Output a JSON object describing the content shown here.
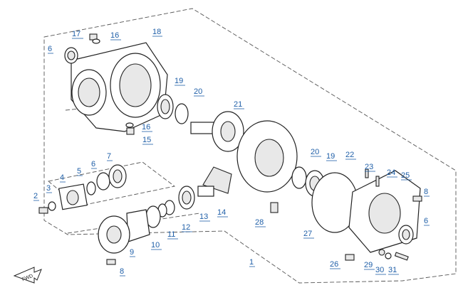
{
  "diagram": {
    "callouts": [
      {
        "id": "c17",
        "text": "17"
      },
      {
        "id": "c16a",
        "text": "16"
      },
      {
        "id": "c18",
        "text": "18"
      },
      {
        "id": "c6a",
        "text": "6"
      },
      {
        "id": "c19a",
        "text": "19"
      },
      {
        "id": "c20a",
        "text": "20"
      },
      {
        "id": "c21",
        "text": "21"
      },
      {
        "id": "c16b",
        "text": "16"
      },
      {
        "id": "c15",
        "text": "15"
      },
      {
        "id": "c7",
        "text": "7"
      },
      {
        "id": "c6b",
        "text": "6"
      },
      {
        "id": "c5",
        "text": "5"
      },
      {
        "id": "c4",
        "text": "4"
      },
      {
        "id": "c3",
        "text": "3"
      },
      {
        "id": "c2",
        "text": "2"
      },
      {
        "id": "c20b",
        "text": "20"
      },
      {
        "id": "c19b",
        "text": "19"
      },
      {
        "id": "c22",
        "text": "22"
      },
      {
        "id": "c23",
        "text": "23"
      },
      {
        "id": "c24",
        "text": "24"
      },
      {
        "id": "c25",
        "text": "25"
      },
      {
        "id": "c8a",
        "text": "8"
      },
      {
        "id": "c6c",
        "text": "6"
      },
      {
        "id": "c14",
        "text": "14"
      },
      {
        "id": "c13",
        "text": "13"
      },
      {
        "id": "c12",
        "text": "12"
      },
      {
        "id": "c11",
        "text": "11"
      },
      {
        "id": "c10",
        "text": "10"
      },
      {
        "id": "c9",
        "text": "9"
      },
      {
        "id": "c8b",
        "text": "8"
      },
      {
        "id": "c28",
        "text": "28"
      },
      {
        "id": "c27",
        "text": "27"
      },
      {
        "id": "c1",
        "text": "1"
      },
      {
        "id": "c26",
        "text": "26"
      },
      {
        "id": "c29",
        "text": "29"
      },
      {
        "id": "c30",
        "text": "30"
      },
      {
        "id": "c31",
        "text": "31"
      }
    ],
    "fwd_label": "FWD"
  }
}
